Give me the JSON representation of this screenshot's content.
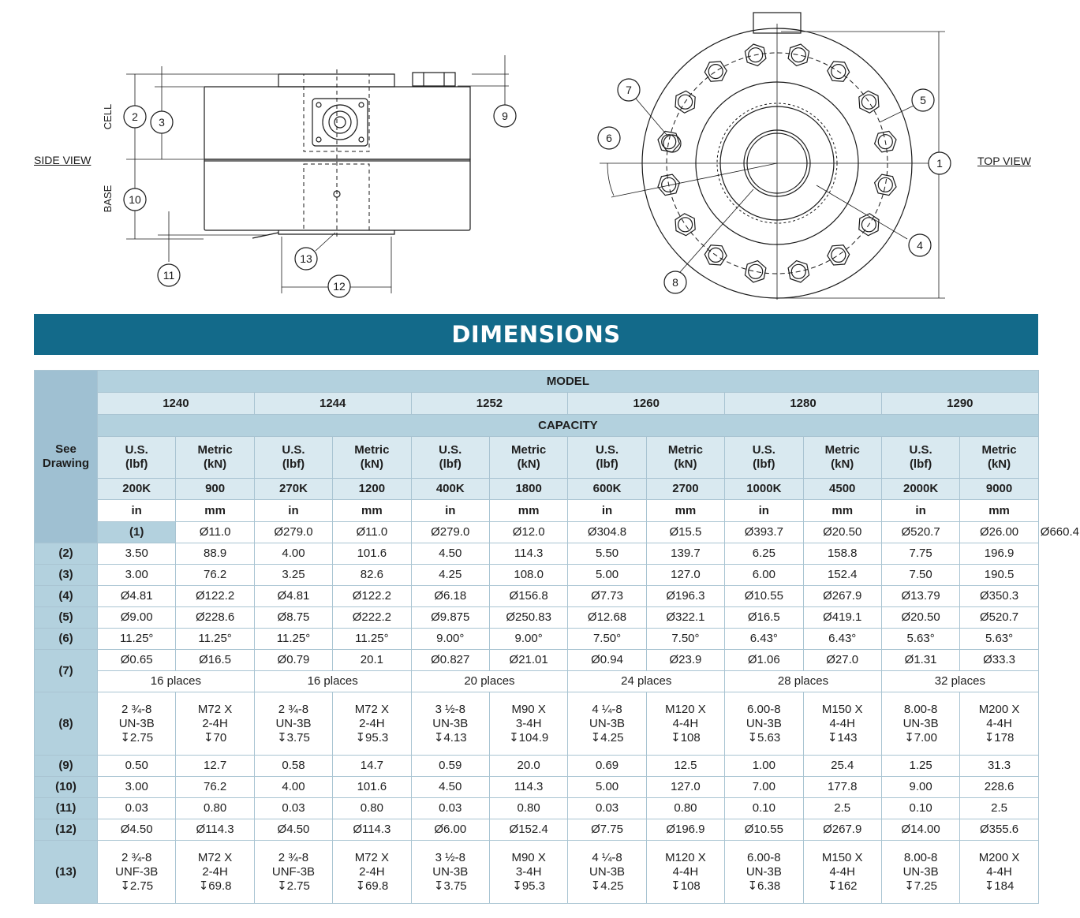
{
  "drawings": {
    "side_view_title": "SIDE VIEW",
    "top_view_title": "TOP VIEW",
    "cell_label": "CELL",
    "base_label": "BASE",
    "side_callouts": [
      "2",
      "3",
      "9",
      "10",
      "11",
      "12",
      "13"
    ],
    "top_callouts": [
      "1",
      "4",
      "5",
      "6",
      "7",
      "8"
    ],
    "line_color": "#1a1a1a"
  },
  "banner": {
    "title": "DIMENSIONS",
    "color": "#136a8a"
  },
  "table": {
    "see_drawing": "See\nDrawing",
    "model_label": "MODEL",
    "capacity_label": "CAPACITY",
    "models": [
      "1240",
      "1244",
      "1252",
      "1260",
      "1280",
      "1290"
    ],
    "us_unit": "U.S.\n(lbf)",
    "metric_unit": "Metric\n(kN)",
    "capacities": [
      "200K",
      "900",
      "270K",
      "1200",
      "400K",
      "1800",
      "600K",
      "2700",
      "1000K",
      "4500",
      "2000K",
      "9000"
    ],
    "dim_units": [
      "in",
      "mm",
      "in",
      "mm",
      "in",
      "mm",
      "in",
      "mm",
      "in",
      "mm",
      "in",
      "mm"
    ],
    "rows": [
      {
        "label": "(1)",
        "values": [
          "Ø11.0",
          "Ø279.0",
          "Ø11.0",
          "Ø279.0",
          "Ø12.0",
          "Ø304.8",
          "Ø15.5",
          "Ø393.7",
          "Ø20.50",
          "Ø520.7",
          "Ø26.00",
          "Ø660.4"
        ]
      },
      {
        "label": "(2)",
        "values": [
          "3.50",
          "88.9",
          "4.00",
          "101.6",
          "4.50",
          "114.3",
          "5.50",
          "139.7",
          "6.25",
          "158.8",
          "7.75",
          "196.9"
        ]
      },
      {
        "label": "(3)",
        "values": [
          "3.00",
          "76.2",
          "3.25",
          "82.6",
          "4.25",
          "108.0",
          "5.00",
          "127.0",
          "6.00",
          "152.4",
          "7.50",
          "190.5"
        ]
      },
      {
        "label": "(4)",
        "values": [
          "Ø4.81",
          "Ø122.2",
          "Ø4.81",
          "Ø122.2",
          "Ø6.18",
          "Ø156.8",
          "Ø7.73",
          "Ø196.3",
          "Ø10.55",
          "Ø267.9",
          "Ø13.79",
          "Ø350.3"
        ]
      },
      {
        "label": "(5)",
        "values": [
          "Ø9.00",
          "Ø228.6",
          "Ø8.75",
          "Ø222.2",
          "Ø9.875",
          "Ø250.83",
          "Ø12.68",
          "Ø322.1",
          "Ø16.5",
          "Ø419.1",
          "Ø20.50",
          "Ø520.7"
        ]
      },
      {
        "label": "(6)",
        "values": [
          "11.25°",
          "11.25°",
          "11.25°",
          "11.25°",
          "9.00°",
          "9.00°",
          "7.50°",
          "7.50°",
          "6.43°",
          "6.43°",
          "5.63°",
          "5.63°"
        ]
      },
      {
        "label": "(7)",
        "values": [
          "Ø0.65",
          "Ø16.5",
          "Ø0.79",
          "20.1",
          "Ø0.827",
          "Ø21.01",
          "Ø0.94",
          "Ø23.9",
          "Ø1.06",
          "Ø27.0",
          "Ø1.31",
          "Ø33.3"
        ],
        "places": [
          "16 places",
          "16 places",
          "20 places",
          "24 places",
          "28 places",
          "32 places"
        ]
      },
      {
        "label": "(8)",
        "values": [
          "2 ¾-8\nUN-3B\n↧2.75",
          "M72 X\n2-4H\n↧70",
          "2 ¾-8\nUN-3B\n↧3.75",
          "M72 X\n2-4H\n↧95.3",
          "3 ½-8\nUN-3B\n↧4.13",
          "M90 X\n3-4H\n↧104.9",
          "4 ¼-8\nUN-3B\n↧4.25",
          "M120 X\n4-4H\n↧108",
          "6.00-8\nUN-3B\n↧5.63",
          "M150 X\n4-4H\n↧143",
          "8.00-8\nUN-3B\n↧7.00",
          "M200 X\n4-4H\n↧178"
        ]
      },
      {
        "label": "(9)",
        "values": [
          "0.50",
          "12.7",
          "0.58",
          "14.7",
          "0.59",
          "20.0",
          "0.69",
          "12.5",
          "1.00",
          "25.4",
          "1.25",
          "31.3"
        ]
      },
      {
        "label": "(10)",
        "values": [
          "3.00",
          "76.2",
          "4.00",
          "101.6",
          "4.50",
          "114.3",
          "5.00",
          "127.0",
          "7.00",
          "177.8",
          "9.00",
          "228.6"
        ]
      },
      {
        "label": "(11)",
        "values": [
          "0.03",
          "0.80",
          "0.03",
          "0.80",
          "0.03",
          "0.80",
          "0.03",
          "0.80",
          "0.10",
          "2.5",
          "0.10",
          "2.5"
        ]
      },
      {
        "label": "(12)",
        "values": [
          "Ø4.50",
          "Ø114.3",
          "Ø4.50",
          "Ø114.3",
          "Ø6.00",
          "Ø152.4",
          "Ø7.75",
          "Ø196.9",
          "Ø10.55",
          "Ø267.9",
          "Ø14.00",
          "Ø355.6"
        ]
      },
      {
        "label": "(13)",
        "values": [
          "2 ¾-8\nUNF-3B\n↧2.75",
          "M72 X\n2-4H\n↧69.8",
          "2 ¾-8\nUNF-3B\n↧2.75",
          "M72 X\n2-4H\n↧69.8",
          "3 ½-8\nUN-3B\n↧3.75",
          "M90 X\n3-4H\n↧95.3",
          "4 ¼-8\nUN-3B\n↧4.25",
          "M120 X\n4-4H\n↧108",
          "6.00-8\nUN-3B\n↧6.38",
          "M150 X\n4-4H\n↧162",
          "8.00-8\nUN-3B\n↧7.25",
          "M200 X\n4-4H\n↧184"
        ]
      }
    ]
  }
}
